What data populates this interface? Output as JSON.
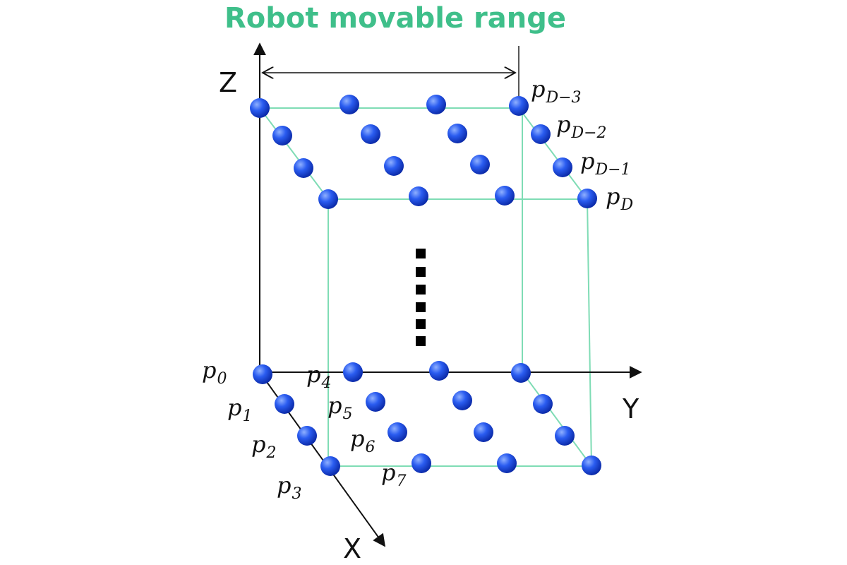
{
  "title": "Robot movable range",
  "axes": {
    "x": "X",
    "y": "Y",
    "z": "Z"
  },
  "points": [
    {
      "id": "p0",
      "base": "p",
      "sub": "0"
    },
    {
      "id": "p1",
      "base": "p",
      "sub": "1"
    },
    {
      "id": "p2",
      "base": "p",
      "sub": "2"
    },
    {
      "id": "p3",
      "base": "p",
      "sub": "3"
    },
    {
      "id": "p4",
      "base": "p",
      "sub": "4"
    },
    {
      "id": "p5",
      "base": "p",
      "sub": "5"
    },
    {
      "id": "p6",
      "base": "p",
      "sub": "6"
    },
    {
      "id": "p7",
      "base": "p",
      "sub": "7"
    },
    {
      "id": "pD-3",
      "base": "p",
      "sub": "D−3"
    },
    {
      "id": "pD-2",
      "base": "p",
      "sub": "D−2"
    },
    {
      "id": "pD-1",
      "base": "p",
      "sub": "D−1"
    },
    {
      "id": "pD",
      "base": "p",
      "sub": "D"
    }
  ],
  "colors": {
    "title": "#3fbf8a",
    "box_edge": "#7fdcb5",
    "sphere": "#1f4fe0",
    "axis": "#111111"
  }
}
